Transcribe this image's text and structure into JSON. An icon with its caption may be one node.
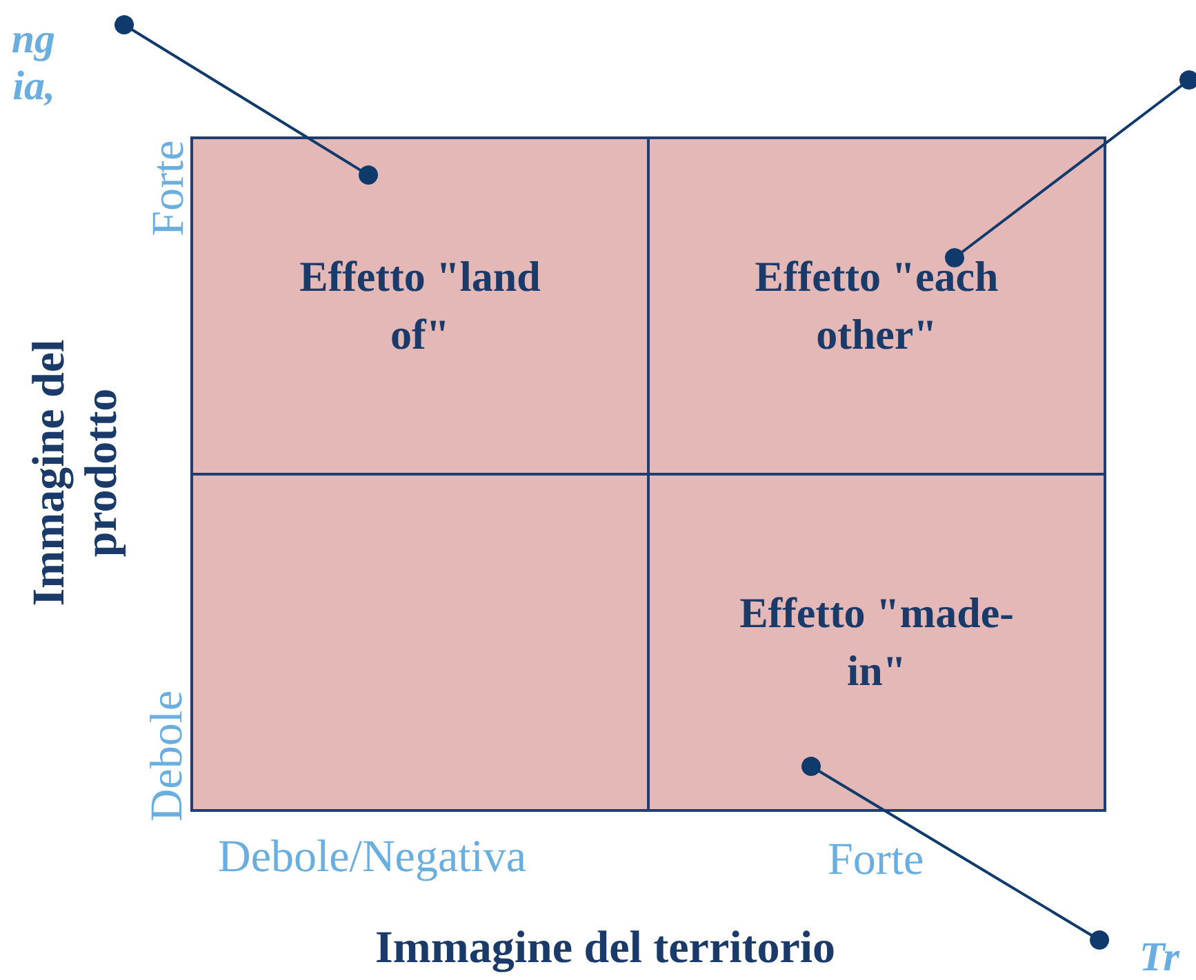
{
  "diagram": {
    "nodes": [
      {
        "text": [
          "Effetto \"land of\""
        ]
      },
      {
        "text": [
          "Effetto \"each other\""
        ]
      },
      {
        "text": [],
        "shape": "box"
      },
      {
        "text": [
          "Effetto \"made-in\""
        ]
      },
      {
        "text": [
          "ng ia,"
        ]
      },
      {
        "text": [
          "Tr"
        ]
      }
    ],
    "edges": [
      {
        "from": 4,
        "to": 0,
        "arrow": "other"
      },
      {
        "from": null,
        "to": 1,
        "arrow": "other"
      },
      {
        "from": 5,
        "to": 3,
        "arrow": "other"
      }
    ],
    "labels": [
      "Forte",
      "Immagine del prodotto",
      "Debole",
      "Debole/Negativa",
      "Forte",
      "Immagine del territorio"
    ]
  }
}
